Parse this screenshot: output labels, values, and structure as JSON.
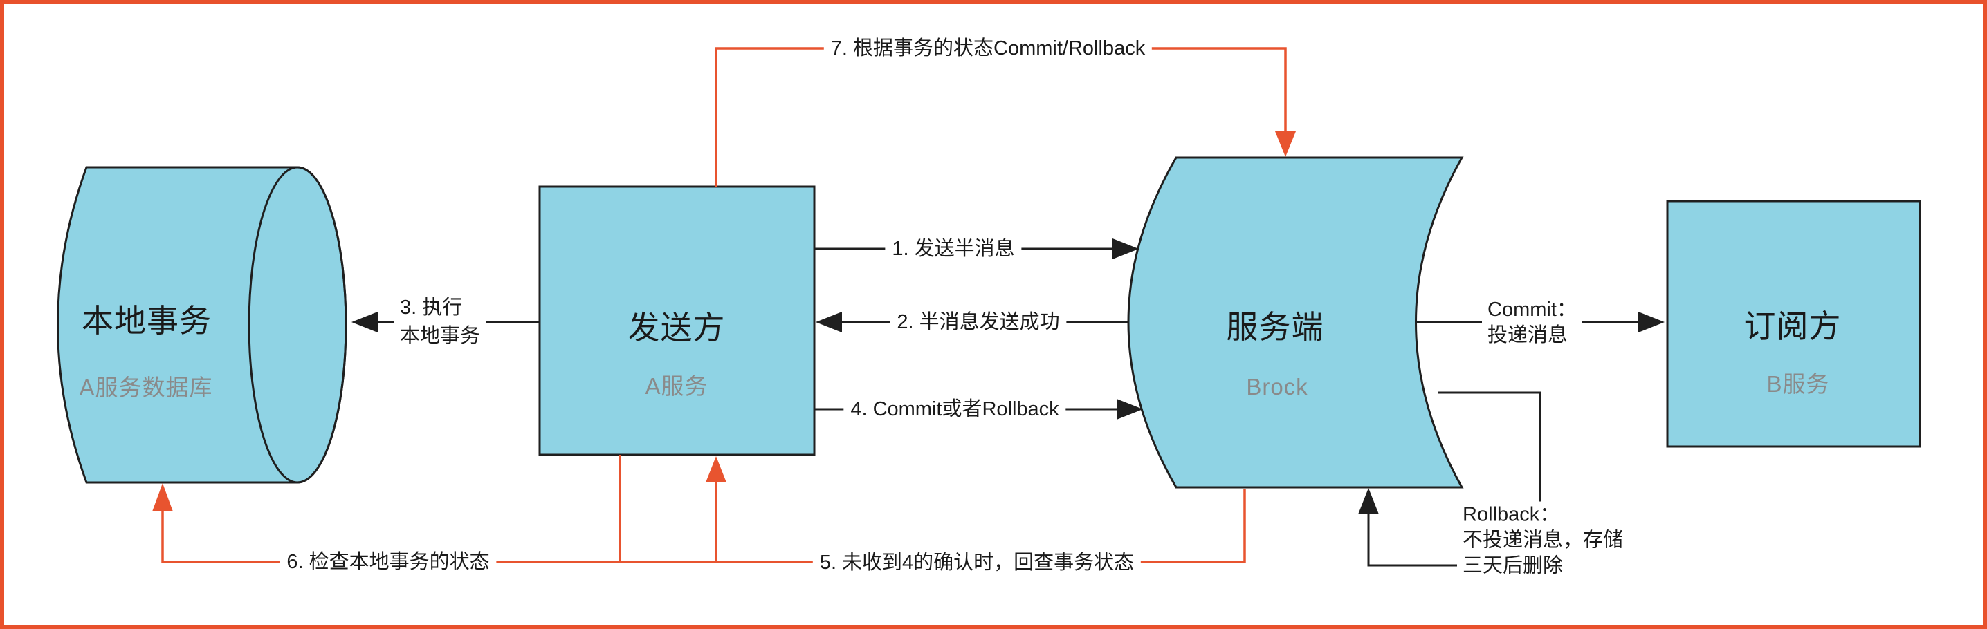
{
  "colors": {
    "accent_orange": "#e8542f",
    "frame_orange": "#e8512c",
    "shape_fill": "#8fd3e4",
    "shape_stroke": "#1f1f1f",
    "label_black": "#1a1a1a",
    "subtitle_gray": "#8a8a8a",
    "background": "#ffffff"
  },
  "nodes": {
    "local": {
      "title": "本地事务",
      "subtitle": "A服务数据库"
    },
    "sender": {
      "title": "发送方",
      "subtitle": "A服务"
    },
    "server": {
      "title": "服务端",
      "subtitle": "Brock"
    },
    "subscriber": {
      "title": "订阅方",
      "subtitle": "B服务"
    }
  },
  "edges": {
    "step1": {
      "label": "1. 发送半消息"
    },
    "step2": {
      "label": "2. 半消息发送成功"
    },
    "step3": {
      "line1": "3. 执行",
      "line2": "本地事务"
    },
    "step4": {
      "label": "4. Commit或者Rollback"
    },
    "step5": {
      "label": "5. 未收到4的确认时，回查事务状态"
    },
    "step6": {
      "label": "6. 检查本地事务的状态"
    },
    "step7": {
      "label": "7. 根据事务的状态Commit/Rollback"
    },
    "commit": {
      "line1": "Commit：",
      "line2": "投递消息"
    },
    "rollback": {
      "line1": "Rollback：",
      "line2": "不投递消息，存储",
      "line3": "三天后删除"
    }
  }
}
